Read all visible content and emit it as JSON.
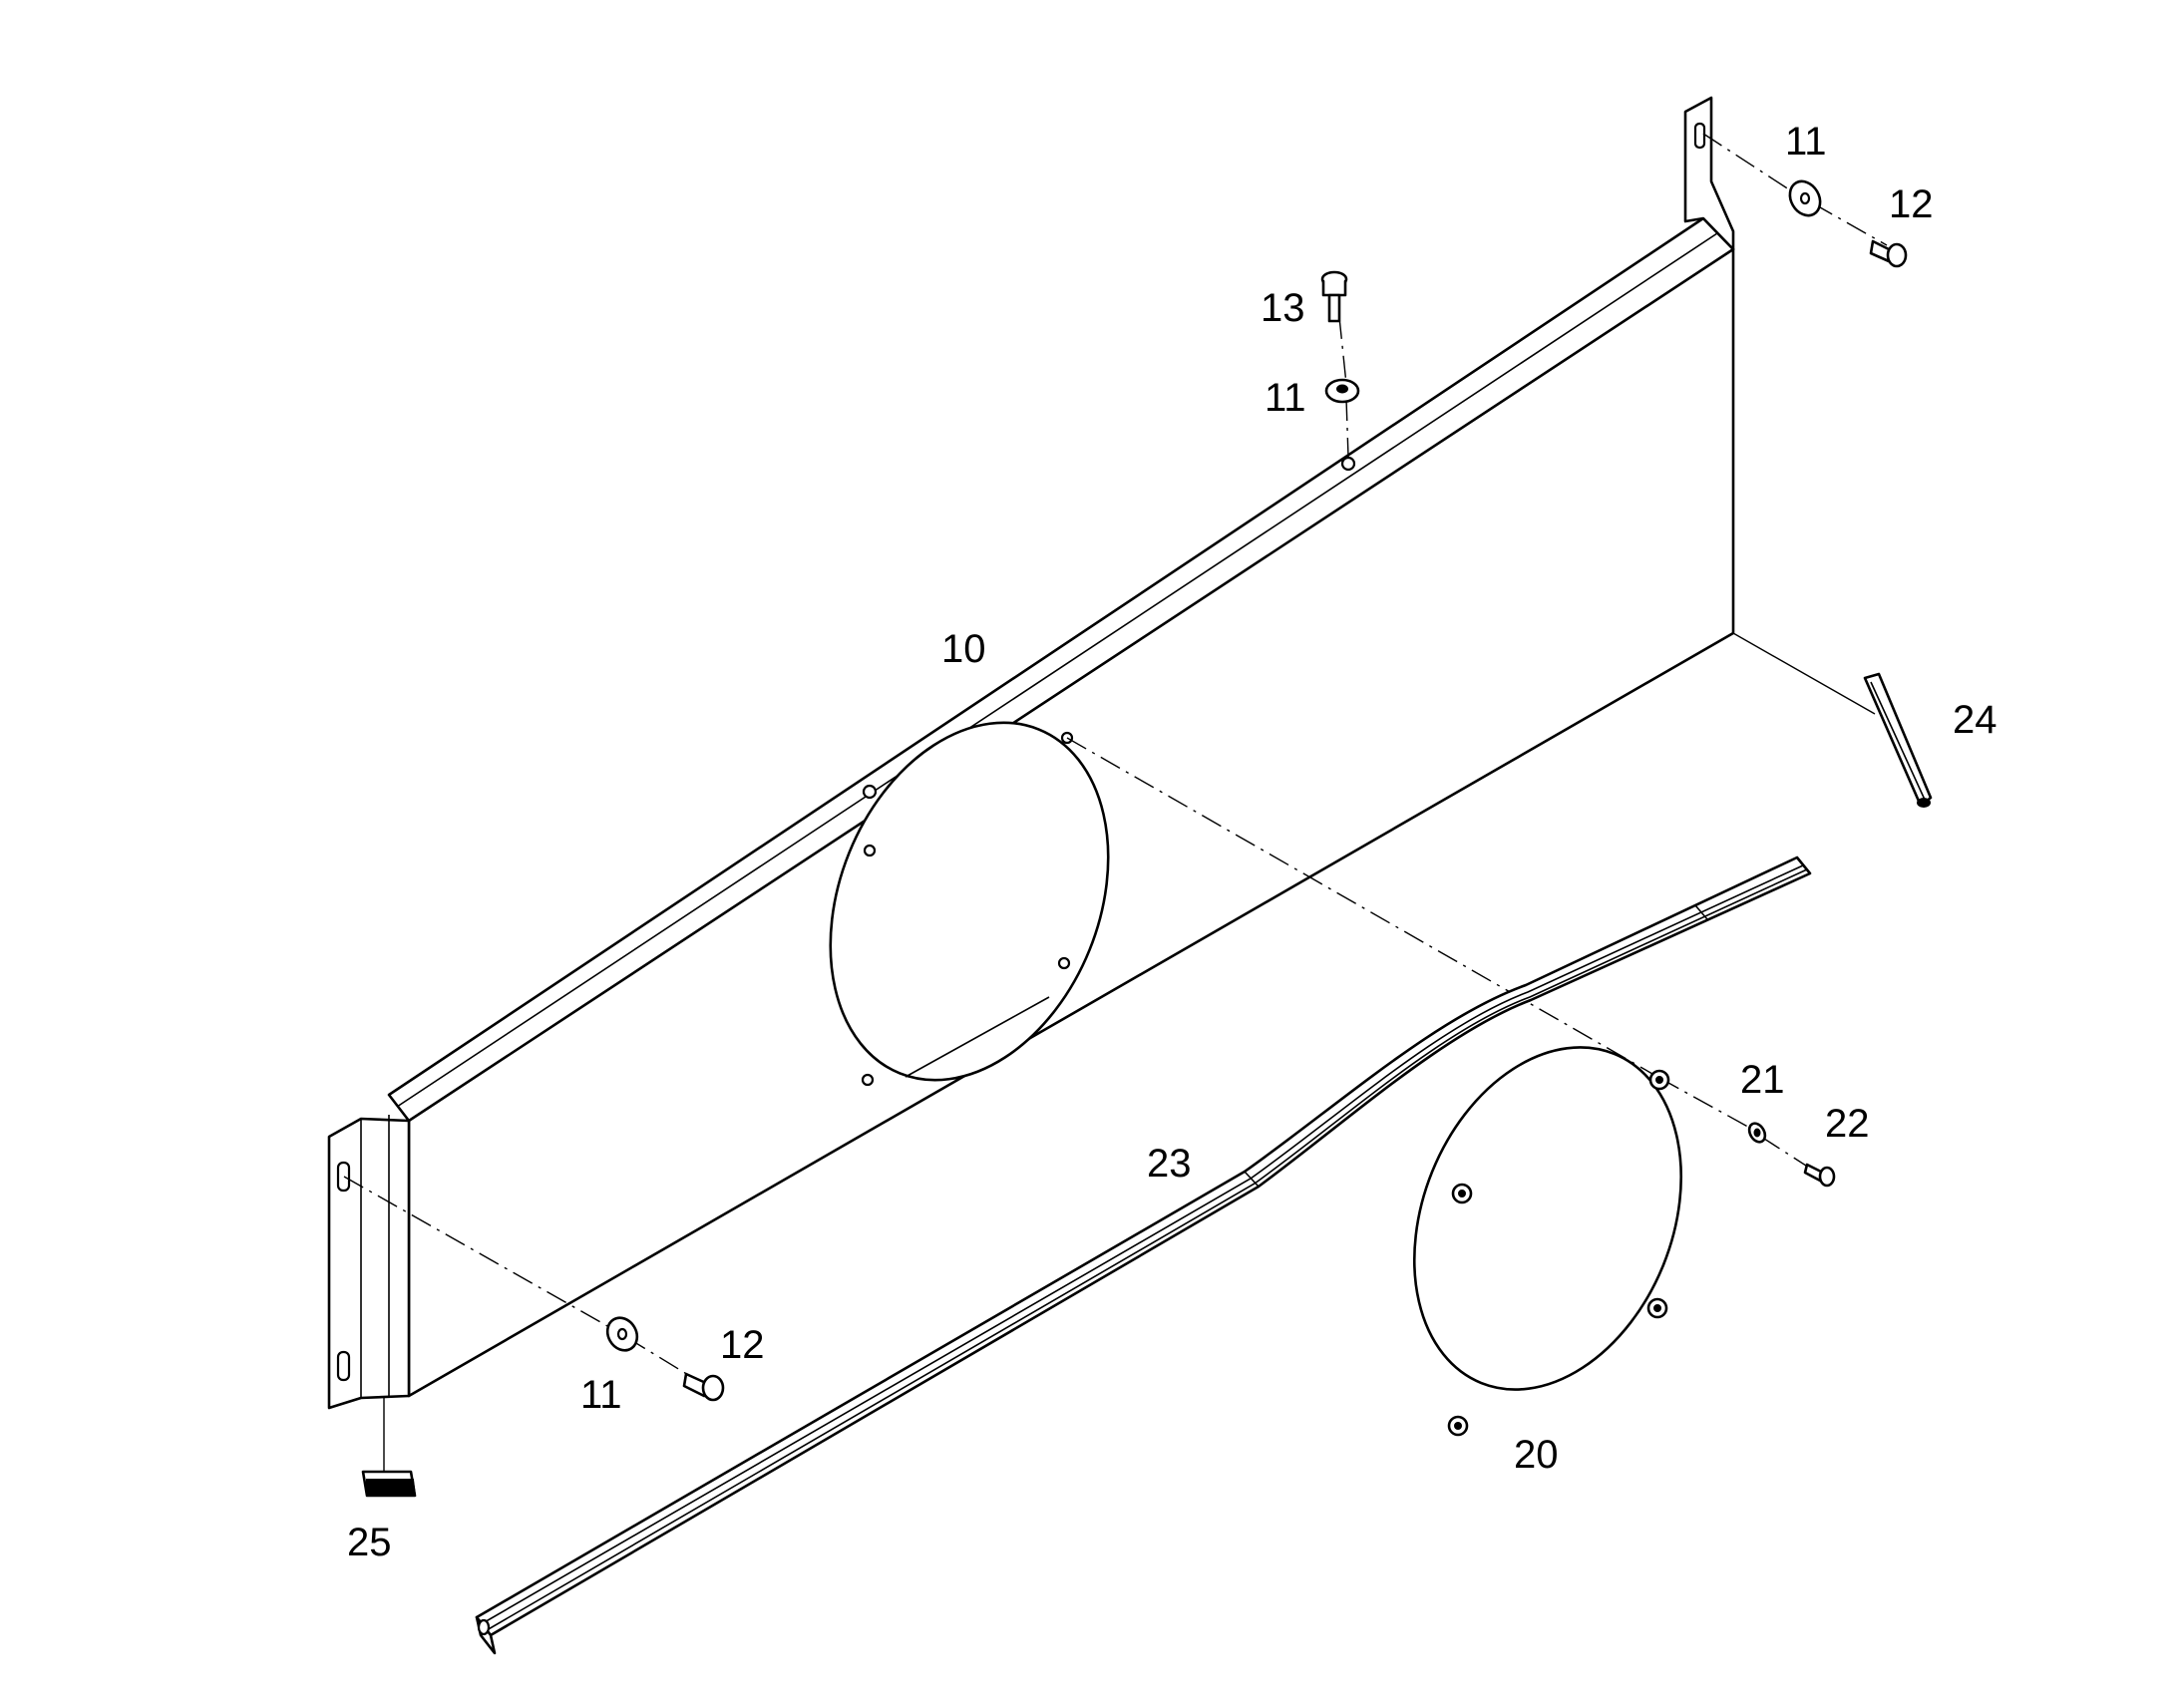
{
  "callouts": {
    "c10": "10",
    "c11_top_right": "11",
    "c12_top_right": "12",
    "c13": "13",
    "c11_top_mid": "11",
    "c24": "24",
    "c21": "21",
    "c22": "22",
    "c23": "23",
    "c20": "20",
    "c12_bottom": "12",
    "c11_bottom": "11",
    "c25": "25"
  },
  "colors": {
    "line": "#000000",
    "background": "#ffffff"
  }
}
